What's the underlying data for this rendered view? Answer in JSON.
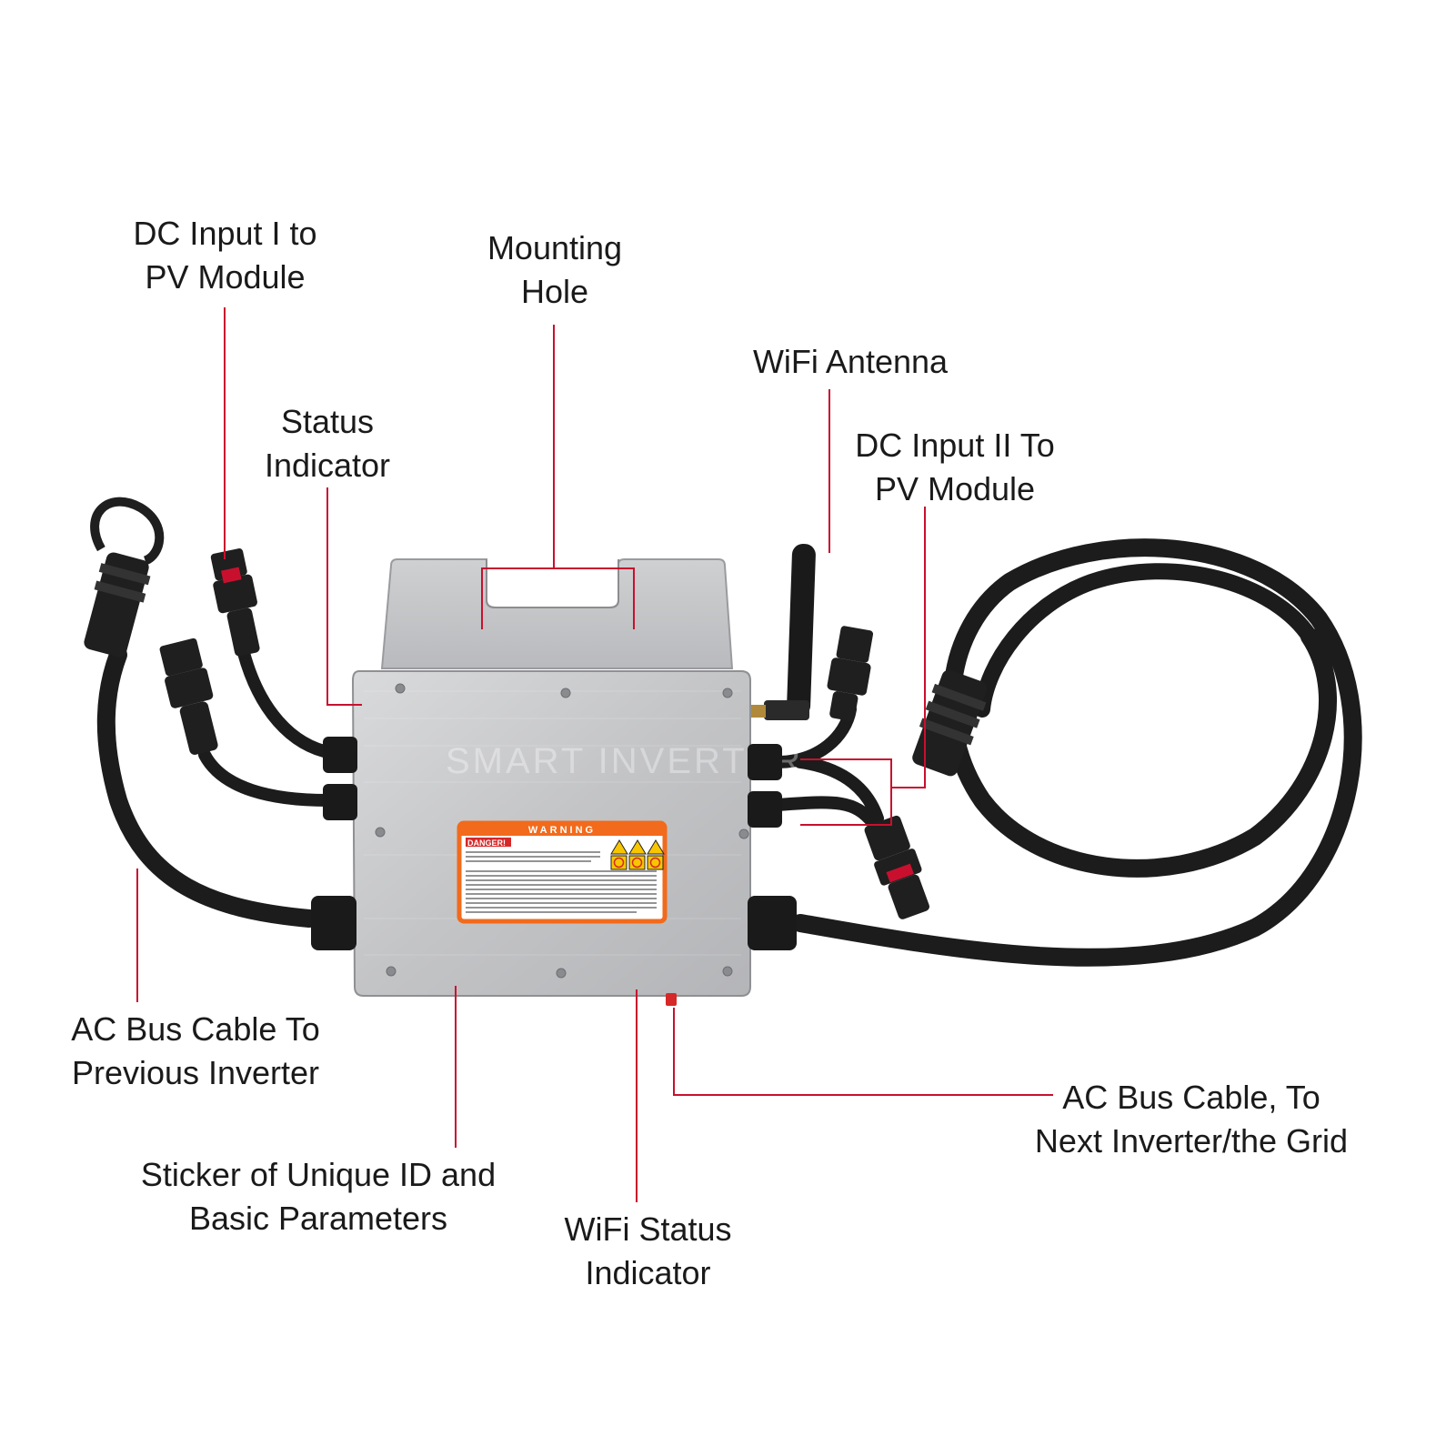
{
  "colors": {
    "leader_line": "#c8102e",
    "housing": "#c9cacc",
    "cable": "#1c1c1c",
    "warning_orange": "#f26a1b",
    "danger_red": "#d62828"
  },
  "labels": {
    "dc_input_1": {
      "line1": "DC Input I to",
      "line2": "PV Module"
    },
    "mounting_hole": {
      "line1": "Mounting",
      "line2": "Hole"
    },
    "status_indicator": {
      "line1": "Status",
      "line2": "Indicator"
    },
    "wifi_antenna": {
      "line1": "WiFi Antenna"
    },
    "dc_input_2": {
      "line1": "DC Input II To",
      "line2": "PV Module"
    },
    "ac_bus_previous": {
      "line1": "AC Bus Cable To",
      "line2": "Previous Inverter"
    },
    "sticker": {
      "line1": "Sticker of Unique ID and",
      "line2": "Basic Parameters"
    },
    "wifi_status": {
      "line1": "WiFi Status",
      "line2": "Indicator"
    },
    "ac_bus_next": {
      "line1": "AC Bus Cable, To",
      "line2": "Next Inverter/the Grid"
    }
  },
  "device": {
    "brand_text": "SMART INVERTER",
    "warning_header": "WARNING",
    "danger_label": "DANGER!"
  }
}
